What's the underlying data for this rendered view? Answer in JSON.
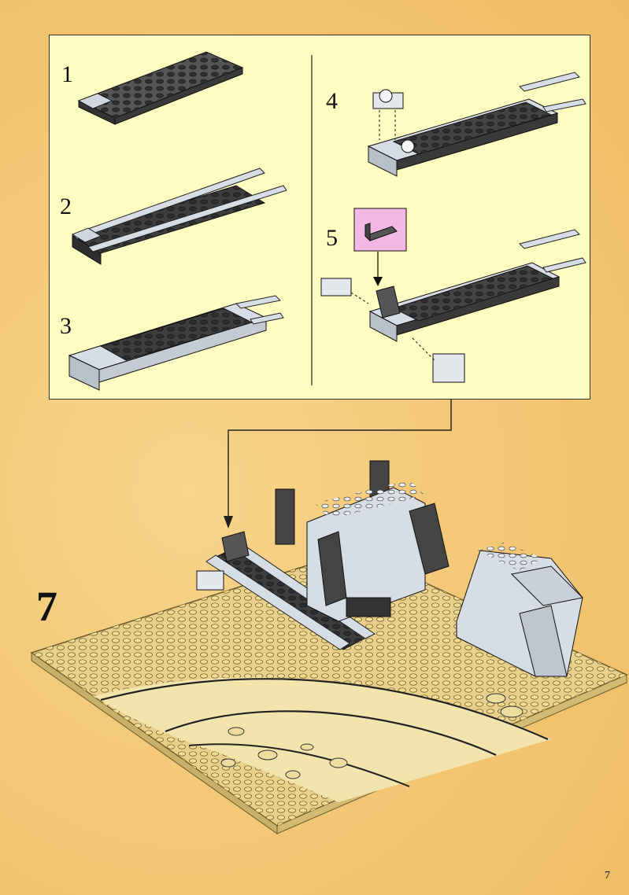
{
  "steps": {
    "s1": "1",
    "s2": "2",
    "s3": "3",
    "s4": "4",
    "s5": "5"
  },
  "main_step": "7",
  "page_number": "7",
  "colors": {
    "background": "#f3c877",
    "inset_background": "#fffcc2",
    "dark_brick": "#4a4a4a",
    "light_brick": "#d7dde4",
    "baseplate": "#e7cf86",
    "callout_pink": "#f4b8e6"
  }
}
